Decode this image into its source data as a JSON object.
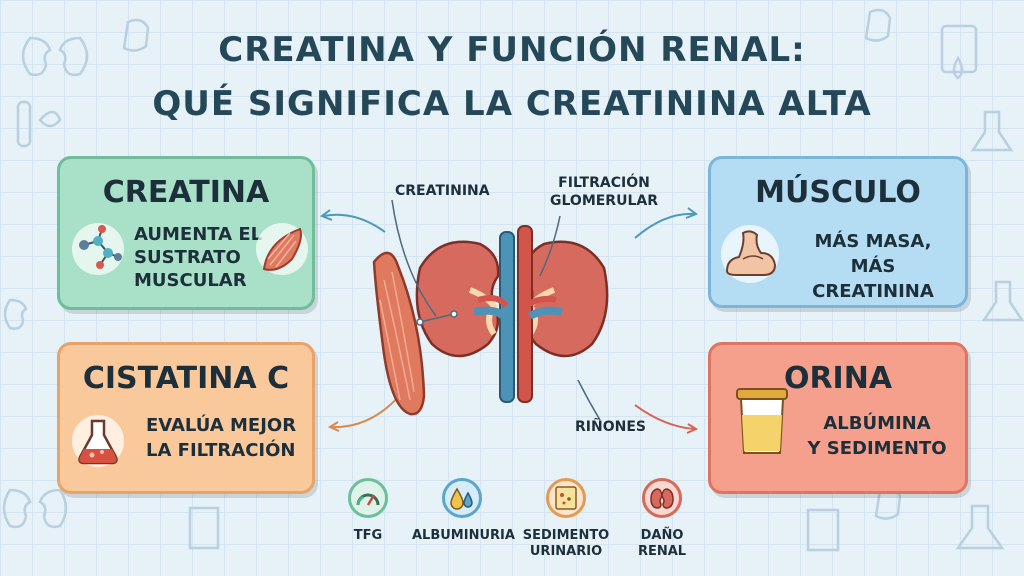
{
  "title": {
    "line1": "CREATINA Y FUNCIÓN RENAL:",
    "line2": "QUÉ SIGNIFICA LA CREATININA ALTA"
  },
  "cards": {
    "creatina": {
      "heading": "CREATINA",
      "line1": "AUMENTA EL",
      "line2": "SUSTRATO",
      "line3": "MUSCULAR"
    },
    "cistatina": {
      "heading": "CISTATINA C",
      "line1": "EVALÚA MEJOR",
      "line2": "LA FILTRACIÓN"
    },
    "musculo": {
      "heading": "MÚSCULO",
      "line1": "MÁS MASA,",
      "line2": "MÁS CREATININA"
    },
    "orina": {
      "heading": "ORINA",
      "line1": "ALBÚMINA",
      "line2": "Y SEDIMENTO"
    }
  },
  "center_labels": {
    "creatinina": "CREATININA",
    "filtracion1": "FILTRACIÓN",
    "filtracion2": "GLOMERULAR",
    "rinones": "RIÑONES"
  },
  "bottom_icons": [
    {
      "line1": "TFG",
      "line2": "",
      "icon": "gauge-icon"
    },
    {
      "line1": "ALBUMINURIA",
      "line2": "",
      "icon": "droplets-icon"
    },
    {
      "line1": "SEDIMENTO",
      "line2": "URINARIO",
      "icon": "microscope-slide-icon"
    },
    {
      "line1": "DAÑO",
      "line2": "RENAL",
      "icon": "kidney-icon"
    }
  ],
  "colors": {
    "green": "#a8e0c8",
    "orange": "#fac99b",
    "blue": "#b4dcf3",
    "red": "#f5a08c",
    "kidney": "#d76a5e",
    "vein": "#4d93b8",
    "artery": "#d2554c"
  }
}
